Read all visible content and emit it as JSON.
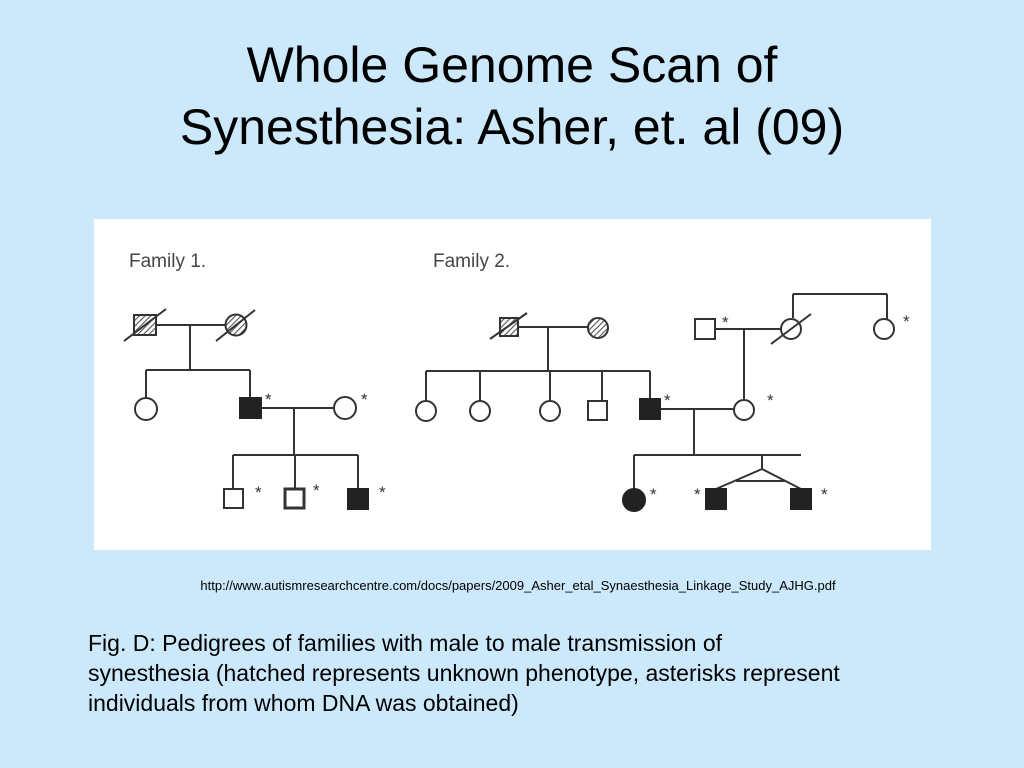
{
  "slide": {
    "title_line1": "Whole Genome Scan of",
    "title_line2": "Synesthesia: Asher, et. al (09)",
    "source_url": "http://www.autismresearchcentre.com/docs/papers/2009_Asher_etal_Synaesthesia_Linkage_Study_AJHG.pdf",
    "caption": "Fig. D: Pedigrees of families with male to male transmission of synesthesia (hatched represents unknown phenotype, asterisks represent individuals from whom DNA was obtained)"
  },
  "figure": {
    "family1_label": "Family 1.",
    "family2_label": "Family 2.",
    "dna_marker": "*",
    "colors": {
      "fill_affected": "#222222",
      "line": "#333333",
      "hatch": "#555555"
    }
  }
}
